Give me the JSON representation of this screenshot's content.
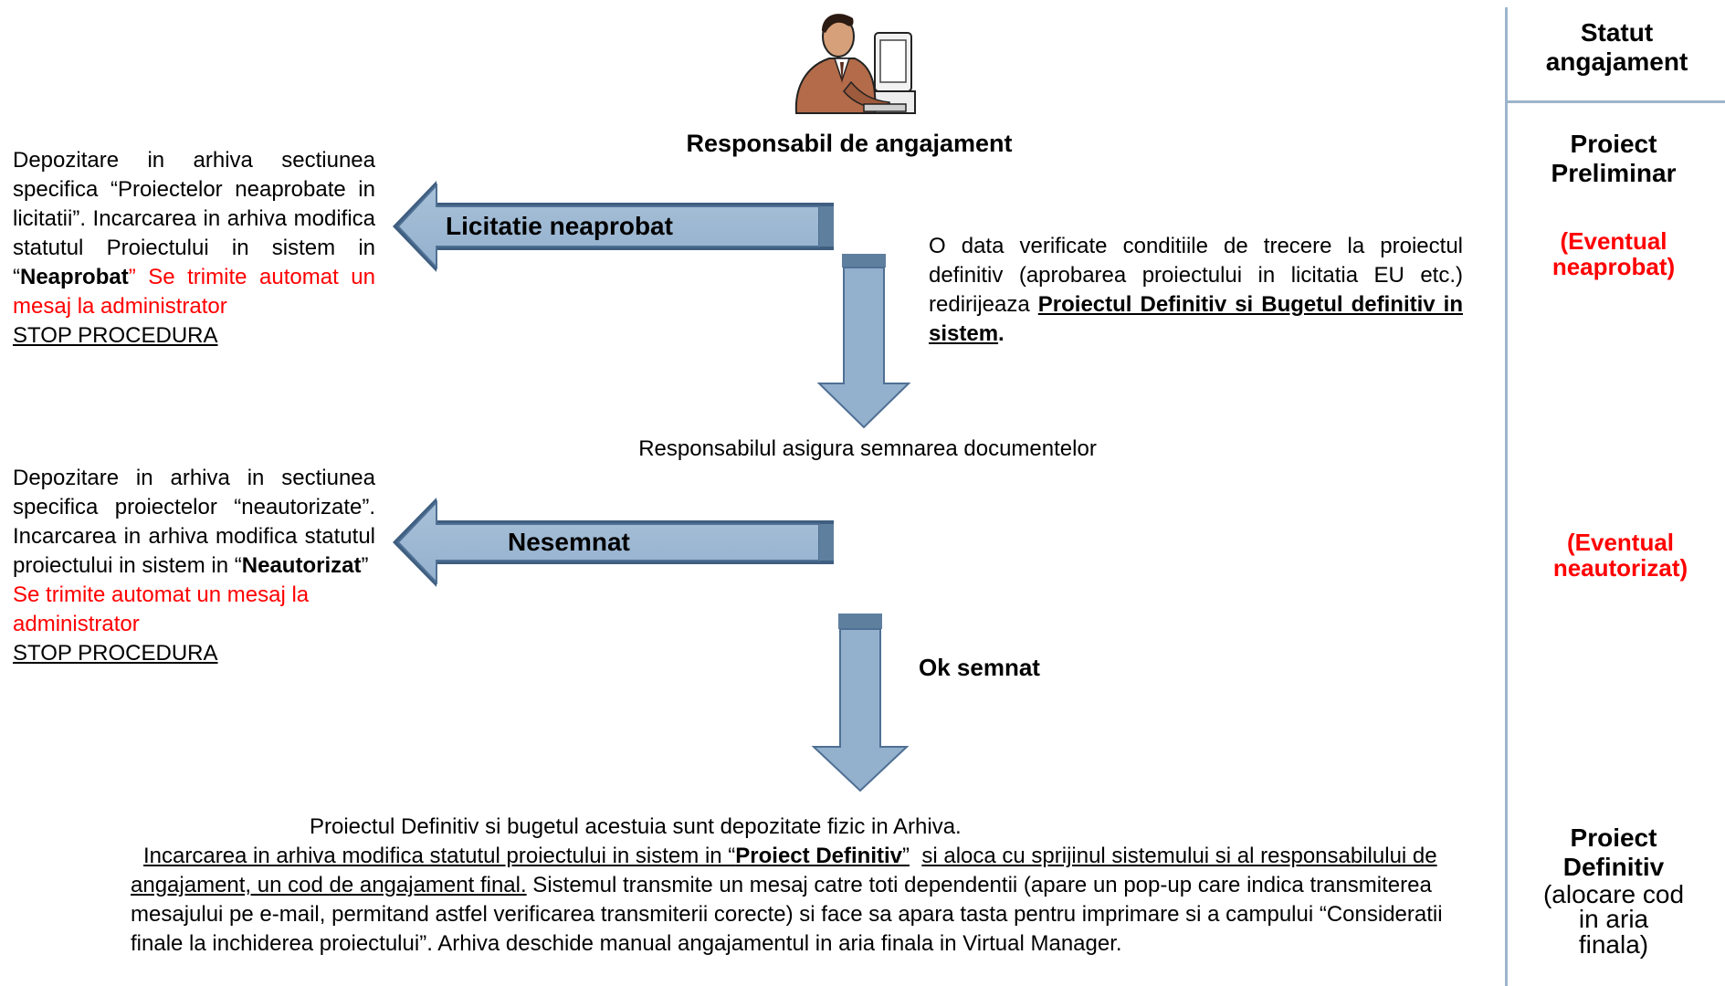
{
  "header": {
    "role_title": "Responsabil de angajament"
  },
  "status_column": {
    "title_line1": "Statut",
    "title_line2": "angajament",
    "preliminar_line1": "Proiect",
    "preliminar_line2": "Preliminar",
    "neaprobat_line1": "(Eventual",
    "neaprobat_line2": "neaprobat)",
    "neautorizat_line1": "(Eventual",
    "neautorizat_line2": "neautorizat)",
    "definitiv_line1": "Proiect",
    "definitiv_line2": "Definitiv",
    "definitiv_line3": "(alocare cod",
    "definitiv_line4": "in aria",
    "definitiv_line5": "finala)"
  },
  "arrows": {
    "licitatie_label": "Licitatie neaprobat",
    "nesemnat_label": "Nesemnat",
    "ok_label": "Ok semnat"
  },
  "left_block_1": {
    "text_a": "Depozitare in arhiva sectiunea specifica “Proiectelor neaprobate in licitatii”. Incarcarea in arhiva modifica statutul Proiectului in sistem in “",
    "bold": "Neaprobat",
    "text_b": "” ",
    "red": "Se trimite automat un mesaj la administrator",
    "stop": "STOP PROCEDURA"
  },
  "left_block_2": {
    "text_a": "Depozitare in arhiva in sectiunea specifica proiectelor “neautorizate”. Incarcarea in arhiva modifica statutul proiectului in sistem in “",
    "bold": "Neautorizat",
    "text_b": "”",
    "red": "Se trimite automat un mesaj la administrator",
    "stop": "STOP PROCEDURA"
  },
  "right_note": {
    "text_a": "O data verificate conditiile de trecere la proiectul definitiv (aprobarea proiectului in licitatia EU etc.) redirijeaza ",
    "bold_underline": "Proiectul Definitiv si Bugetul definitiv in sistem",
    "text_b": "."
  },
  "middle_note": "Responsabilul asigura semnarea documentelor",
  "bottom": {
    "line1": "Proiectul Definitiv si bugetul acestuia sunt depozitate fizic in Arhiva.",
    "u1": "Incarcarea in arhiva modifica statutul proiectului in sistem in “",
    "u_bold": "Proiect Definitiv",
    "u2": "”",
    "u3": "si aloca cu sprijinul sistemului si al responsabilului de angajament, un cod de angajament final.",
    "rest": " Sistemul transmite un mesaj catre toti dependentii (apare un pop-up care indica transmiterea mesajului pe e-mail, permitand astfel verificarea transmiterii corecte) si face sa apara tasta pentru imprimare si a campului “Consideratii finale la inchiderea proiectului”. Arhiva deschide manual angajamentul in aria finala in Virtual Manager."
  }
}
